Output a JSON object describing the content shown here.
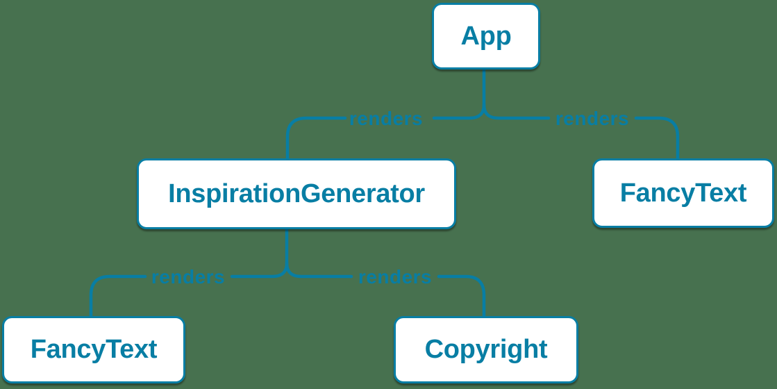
{
  "colors": {
    "background": "#47714F",
    "accent": "#087EA4",
    "node_fill": "#FFFFFF"
  },
  "diagram": {
    "type": "component-render-tree"
  },
  "nodes": [
    {
      "id": "app",
      "label": "App"
    },
    {
      "id": "inspiration-generator",
      "label": "InspirationGenerator"
    },
    {
      "id": "fancy-text-top",
      "label": "FancyText"
    },
    {
      "id": "fancy-text-bottom",
      "label": "FancyText"
    },
    {
      "id": "copyright",
      "label": "Copyright"
    }
  ],
  "edges": [
    {
      "from": "App",
      "to": "InspirationGenerator",
      "label": "renders"
    },
    {
      "from": "App",
      "to": "FancyText",
      "label": "renders"
    },
    {
      "from": "InspirationGenerator",
      "to": "FancyText",
      "label": "renders"
    },
    {
      "from": "InspirationGenerator",
      "to": "Copyright",
      "label": "renders"
    }
  ]
}
